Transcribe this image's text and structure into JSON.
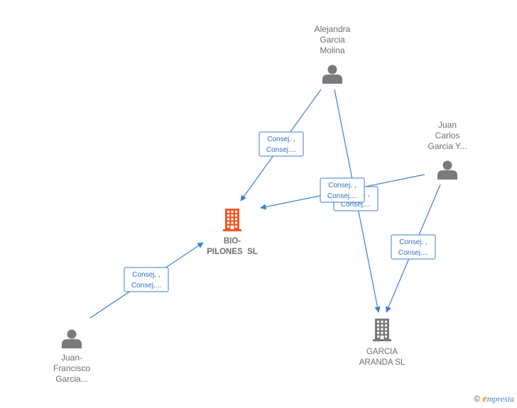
{
  "colors": {
    "edge": "#3a7fd5",
    "person_icon": "#7a7a7a",
    "company_main": "#f05a28",
    "company_other": "#7a7a7a"
  },
  "people": [
    {
      "id": "p1",
      "name_lines": [
        "Alejandra",
        "Garcia",
        "Molina"
      ],
      "icon": "person-icon"
    },
    {
      "id": "p2",
      "name_lines": [
        "Juan",
        "Carlos",
        "Garcia Y..."
      ],
      "icon": "person-icon"
    },
    {
      "id": "p3",
      "name_lines": [
        "Juan-",
        "Francisco",
        "Garcia..."
      ],
      "icon": "person-icon"
    }
  ],
  "companies": [
    {
      "id": "c1",
      "name_lines": [
        "BIO-",
        "PILONES  SL"
      ],
      "icon": "building-icon",
      "highlight": true
    },
    {
      "id": "c2",
      "name_lines": [
        "GARCIA",
        "ARANDA SL"
      ],
      "icon": "building-icon",
      "highlight": false
    }
  ],
  "edges": [
    {
      "id": "e1",
      "from": "p1",
      "to": "c1",
      "label_lines": [
        "Consej. ,",
        "Consej...."
      ]
    },
    {
      "id": "e2",
      "from": "p1",
      "to": "c2",
      "label_lines": [
        "Consej. ,",
        "Consej...."
      ]
    },
    {
      "id": "e3",
      "from": "p2",
      "to": "c1",
      "label_lines": [
        "Consej. ,",
        "Consej...."
      ]
    },
    {
      "id": "e4",
      "from": "p2",
      "to": "c2",
      "label_lines": [
        "Consej. ,",
        "Consej...."
      ]
    },
    {
      "id": "e5",
      "from": "p3",
      "to": "c1",
      "label_lines": [
        "Consej. ,",
        "Consej...."
      ]
    }
  ],
  "watermark": {
    "copyright": "©",
    "brand_first": "e",
    "brand_rest": "mpresia"
  }
}
